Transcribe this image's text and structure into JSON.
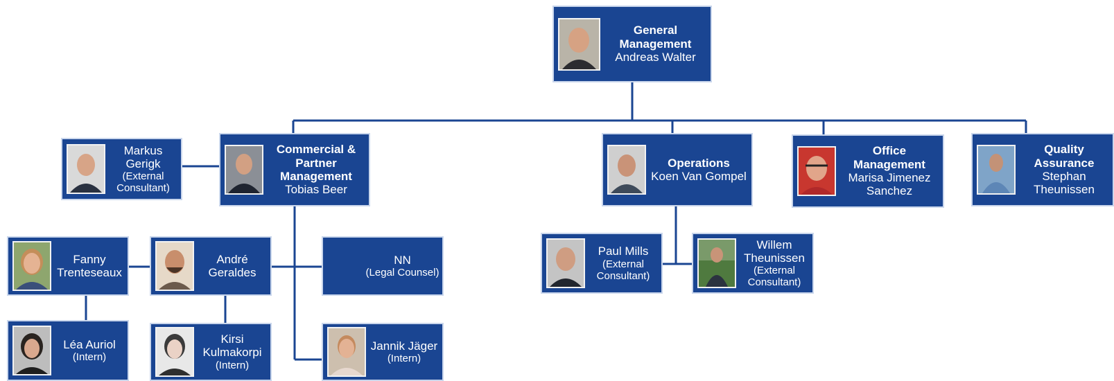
{
  "colors": {
    "box": "#1a4592",
    "box_border": "#c9d6ec",
    "line": "#1a4592",
    "text": "#ffffff"
  },
  "nodes": {
    "gm": {
      "title": "General Management",
      "name": "Andreas Walter",
      "note": "",
      "photo": "man-portrait"
    },
    "cpm": {
      "title": "Commercial & Partner Management",
      "name": "Tobias Beer",
      "note": "",
      "photo": "man-portrait"
    },
    "ops": {
      "title": "Operations",
      "name": "Koen Van Gompel",
      "note": "",
      "photo": "man-portrait"
    },
    "om": {
      "title": "Office Management",
      "name": "Marisa Jimenez Sanchez",
      "note": "",
      "photo": "woman-portrait"
    },
    "qa": {
      "title": "Quality Assurance",
      "name": "Stephan Theunissen",
      "note": "",
      "photo": "man-portrait"
    },
    "mg": {
      "title": "",
      "name": "Markus Gerigk",
      "note": "(External Consultant)",
      "photo": "man-portrait"
    },
    "ag": {
      "title": "",
      "name": "André Geraldes",
      "note": "",
      "photo": "man-portrait"
    },
    "ft": {
      "title": "",
      "name": "Fanny Trenteseaux",
      "note": "",
      "photo": "woman-portrait"
    },
    "la": {
      "title": "",
      "name": "Léa Auriol",
      "note": "(Intern)",
      "photo": "woman-portrait"
    },
    "kk": {
      "title": "",
      "name": "Kirsi Kulmakorpi",
      "note": "(Intern)",
      "photo": "woman-portrait"
    },
    "nn": {
      "title": "",
      "name": "NN",
      "note": "(Legal Counsel)",
      "photo": ""
    },
    "jj": {
      "title": "",
      "name": "Jannik Jäger",
      "note": "(Intern)",
      "photo": "man-portrait"
    },
    "pm": {
      "title": "",
      "name": "Paul Mills",
      "note": "(External Consultant)",
      "photo": "man-portrait"
    },
    "wt": {
      "title": "",
      "name": "Willem Theunissen",
      "note": "(External Consultant)",
      "photo": "man-portrait"
    }
  }
}
